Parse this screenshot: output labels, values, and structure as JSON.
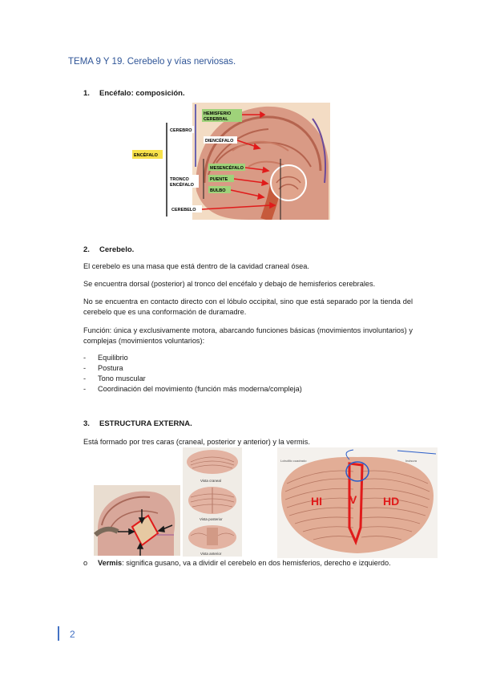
{
  "title": "TEMA 9 Y 19. Cerebelo y vías nerviosas.",
  "section1": {
    "num": "1.",
    "heading": "Encéfalo: composición."
  },
  "figure1": {
    "labels": {
      "encefalo": "ENCÉFALO",
      "cerebro": "CEREBRO",
      "hemisferio": "HEMISFERIO CEREBRAL",
      "diencefalo": "DIENCÉFALO",
      "tronco": "TRONCO ENCÉFALO",
      "mesencefalo": "MESENCÉFALO",
      "puente": "PUENTE",
      "bulbo": "BULBO",
      "cerebelo": "CEREBELO"
    }
  },
  "section2": {
    "num": "2.",
    "heading": "Cerebelo.",
    "paragraphs": [
      "El cerebelo es una masa que está dentro de la cavidad craneal ósea.",
      "Se encuentra dorsal (posterior) al tronco del encéfalo y debajo de hemisferios cerebrales.",
      "No se encuentra en contacto directo con el lóbulo occipital, sino que está separado por la tienda del cerebelo que es una conformación de duramadre.",
      "Función: única y exclusivamente motora, abarcando funciones básicas (movimientos involuntarios) y complejas (movimientos voluntarios):"
    ],
    "list": [
      "Equilibrio",
      "Postura",
      "Tono muscular",
      "Coordinación del movimiento (función más moderna/compleja)"
    ]
  },
  "section3": {
    "num": "3.",
    "heading": "ESTRUCTURA EXTERNA.",
    "intro": "Está formado por tres caras (craneal, posterior y anterior) y la vermis.",
    "figure": {
      "vista_craneal": "Vista craneal",
      "vista_posterior": "Vista posterior",
      "vista_anterior": "Vista anterior",
      "hi": "HI",
      "v": "V",
      "hd": "HD",
      "lobulillo": "Lobulillo cuadrado",
      "tentorio": "Incisura"
    },
    "bullet_marker": "o",
    "bullet_bold": "Vermis",
    "bullet_rest": ": significa gusano, va a dividir el cerebelo en dos hemisferios, derecho e izquierdo."
  },
  "page_number": "2"
}
